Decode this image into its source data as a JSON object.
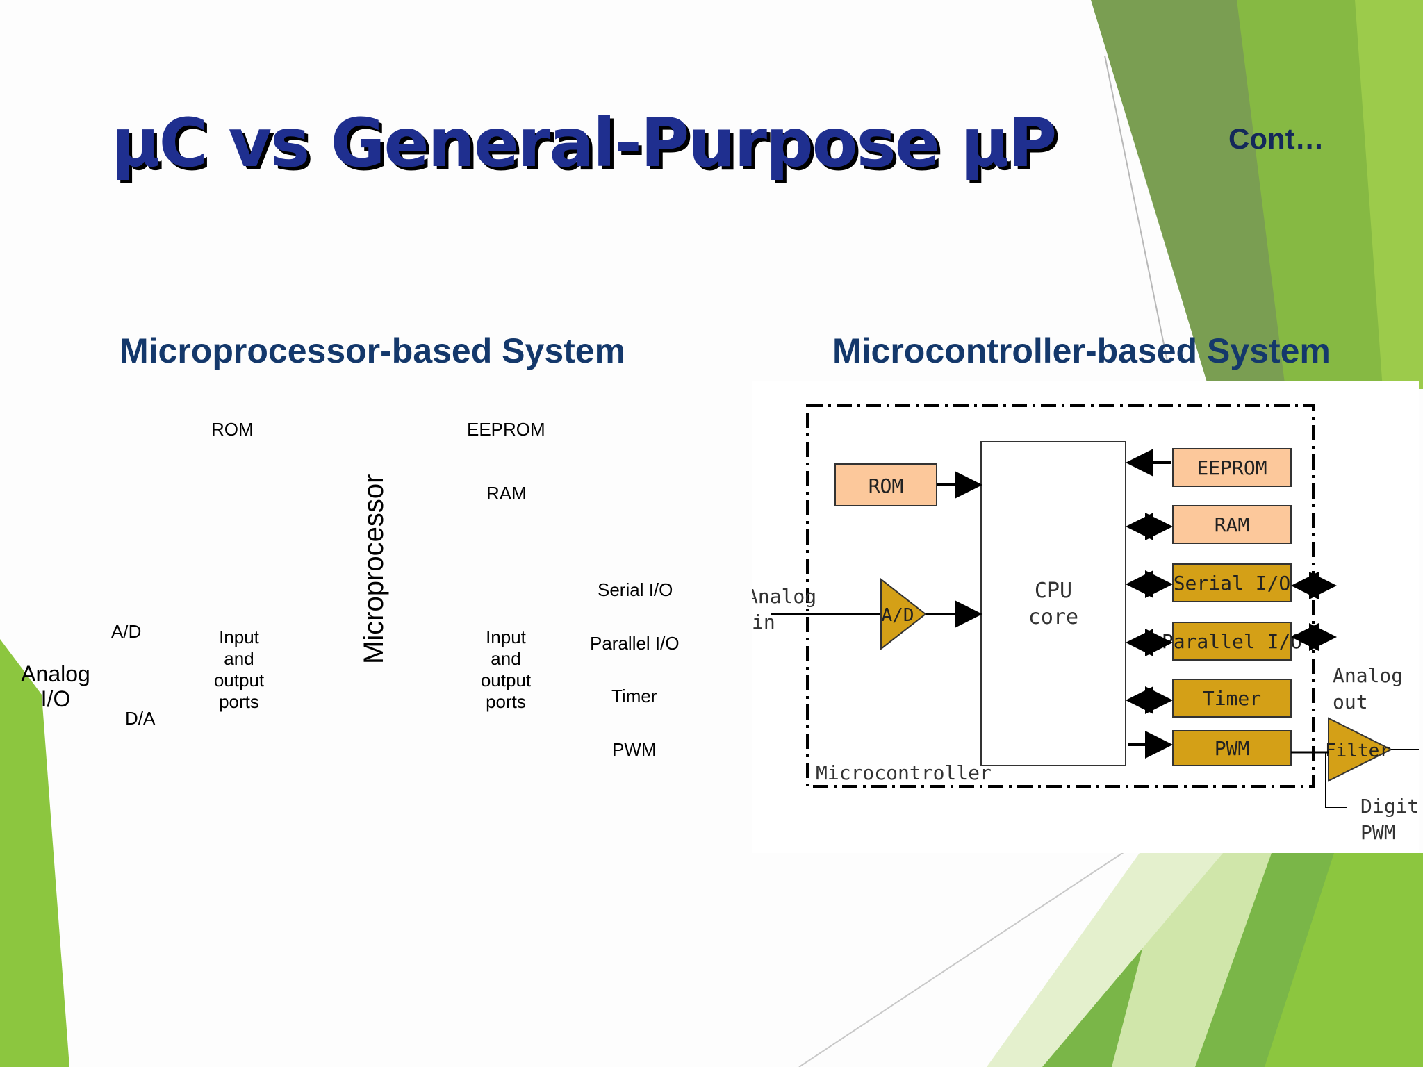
{
  "slide": {
    "title": "µC vs General-Purpose µP",
    "cont": "Cont…"
  },
  "left": {
    "heading": "Microprocessor-based System",
    "labels": {
      "rom": "ROM",
      "eeprom": "EEPROM",
      "ram": "RAM",
      "microprocessor": "Microprocessor",
      "serial": "Serial I/O",
      "ad": "A/D",
      "input1": "Input and output ports",
      "input2": "Input and output ports",
      "parallel": "Parallel I/O",
      "analog_io": "Analog I/O",
      "timer": "Timer",
      "da": "D/A",
      "pwm": "PWM"
    }
  },
  "right": {
    "heading": "Microcontroller-based System",
    "diagram": {
      "rom": "ROM",
      "eeprom": "EEPROM",
      "ram": "RAM",
      "serial": "Serial I/O",
      "parallel": "Parallel I/O",
      "timer": "Timer",
      "pwm": "PWM",
      "cpu_line1": "CPU",
      "cpu_line2": "core",
      "ad": "A/D",
      "analog_in_1": "Analog",
      "analog_in_2": "in",
      "analog_out_1": "Analog",
      "analog_out_2": "out",
      "filter": "Filter",
      "microcontroller": "Microcontroller",
      "digital_1": "Digital",
      "digital_2": "PWM"
    }
  },
  "colors": {
    "title": "#1f2f8f",
    "heading": "#14386b",
    "green_dark": "#6e9a4e",
    "green_light": "#8cc63f",
    "box_peach": "#fcc89b",
    "box_gold": "#d4a017"
  }
}
